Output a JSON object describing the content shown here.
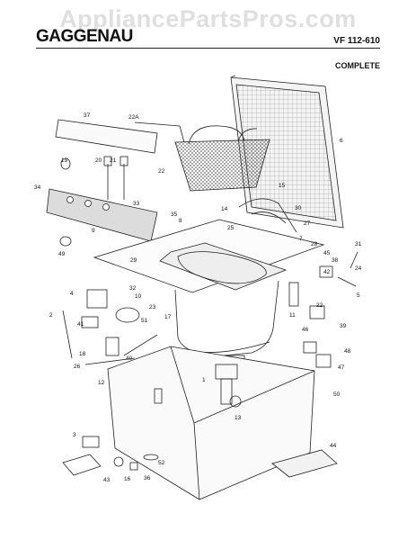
{
  "header": {
    "watermark": "AppliancePartsPros.com",
    "brand": "GAGGENAU",
    "model": "VF 112-610",
    "view": "COMPLETE"
  },
  "callouts": {
    "c1": "1",
    "c2": "2",
    "c3": "3",
    "c4": "4",
    "c5": "5",
    "c6": "6",
    "c7": "7",
    "c8": "8",
    "c9": "9",
    "c10": "10",
    "c11": "11",
    "c12": "12",
    "c13": "13",
    "c14": "14",
    "c15": "15",
    "c16": "16",
    "c17": "17",
    "c18": "18",
    "c19": "19",
    "c20": "20",
    "c21": "21",
    "c22": "22",
    "c22a": "22A",
    "c23": "23",
    "c24": "24",
    "c25": "25",
    "c26": "26",
    "c27": "27",
    "c28": "28",
    "c29": "29",
    "c30": "30",
    "c31": "31",
    "c32": "32",
    "c33": "33",
    "c34": "34",
    "c35": "35",
    "c36": "36",
    "c37": "37",
    "c38": "38",
    "c39": "39",
    "c40": "40",
    "c41": "41",
    "c42": "42",
    "c43": "43",
    "c44": "44",
    "c45": "45",
    "c46": "46",
    "c47": "47",
    "c48": "48",
    "c49": "49",
    "c50": "50",
    "c51": "51",
    "c52": "52"
  }
}
